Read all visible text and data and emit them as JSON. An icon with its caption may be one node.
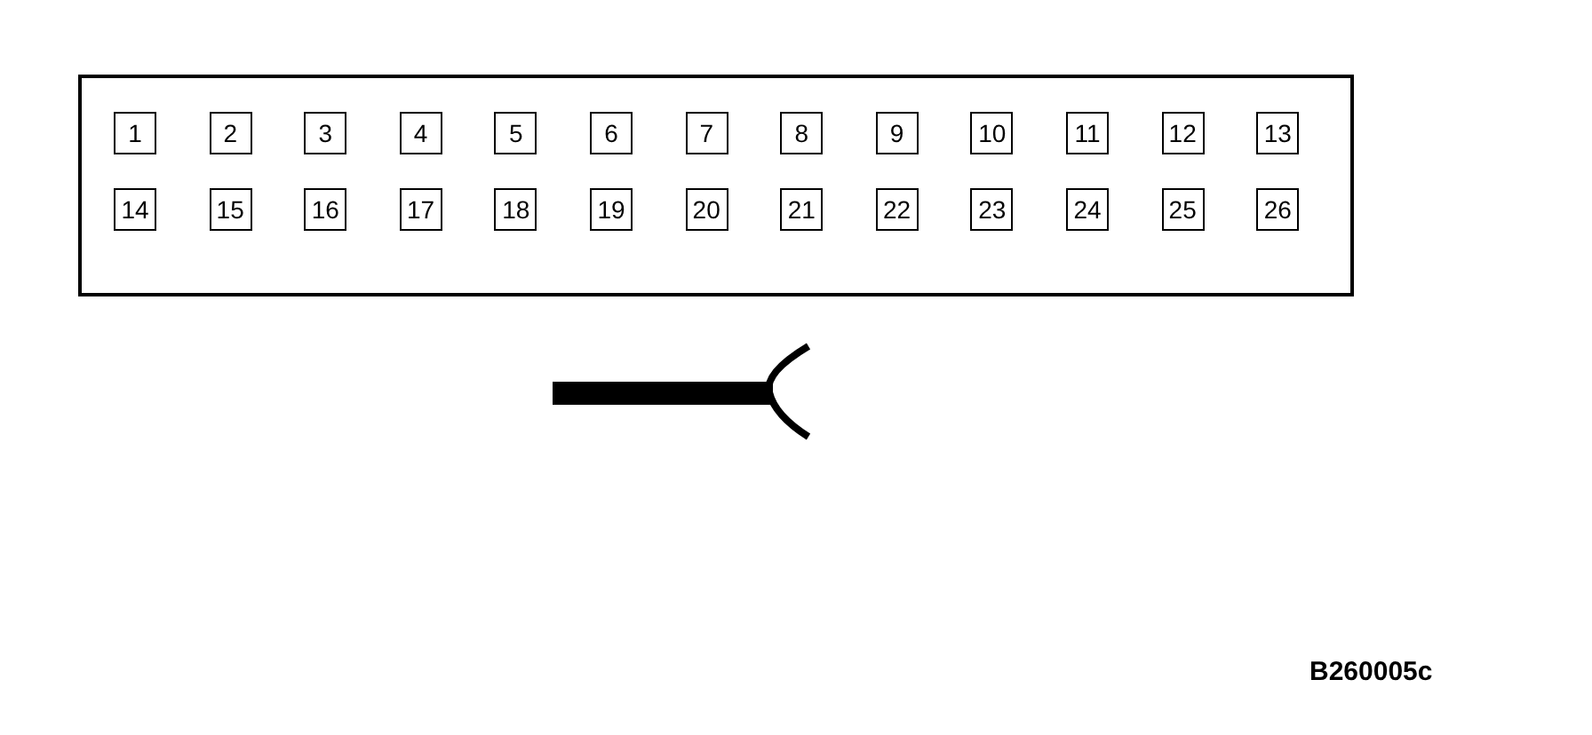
{
  "diagram": {
    "nodes": [
      {
        "text": [],
        "shape": "box"
      },
      {
        "text": [
          "1"
        ],
        "in": 0
      },
      {
        "text": [
          "2"
        ],
        "in": 0
      },
      {
        "text": [
          "3"
        ],
        "in": 0
      },
      {
        "text": [
          "4"
        ],
        "in": 0
      },
      {
        "text": [
          "5"
        ],
        "in": 0
      },
      {
        "text": [
          "6"
        ],
        "in": 0
      },
      {
        "text": [
          "7"
        ],
        "in": 0
      },
      {
        "text": [
          "8"
        ],
        "in": 0
      },
      {
        "text": [
          "9"
        ],
        "in": 0
      },
      {
        "text": [
          "10"
        ],
        "in": 0
      },
      {
        "text": [
          "11"
        ],
        "in": 0
      },
      {
        "text": [
          "12"
        ],
        "in": 0
      },
      {
        "text": [
          "13"
        ],
        "in": 0
      },
      {
        "text": [
          "14"
        ],
        "in": 0
      },
      {
        "text": [
          "15"
        ],
        "in": 0
      },
      {
        "text": [
          "16"
        ],
        "in": 0
      },
      {
        "text": [
          "17"
        ],
        "in": 0
      },
      {
        "text": [
          "18"
        ],
        "in": 0
      },
      {
        "text": [
          "19"
        ],
        "in": 0
      },
      {
        "text": [
          "20"
        ],
        "in": 0
      },
      {
        "text": [
          "21"
        ],
        "in": 0
      },
      {
        "text": [
          "22"
        ],
        "in": 0
      },
      {
        "text": [
          "23"
        ],
        "in": 0
      },
      {
        "text": [
          "24"
        ],
        "in": 0
      },
      {
        "text": [
          "25"
        ],
        "in": 0
      },
      {
        "text": [
          "26"
        ],
        "in": 0
      }
    ],
    "labels": [
      "B260005c"
    ]
  }
}
